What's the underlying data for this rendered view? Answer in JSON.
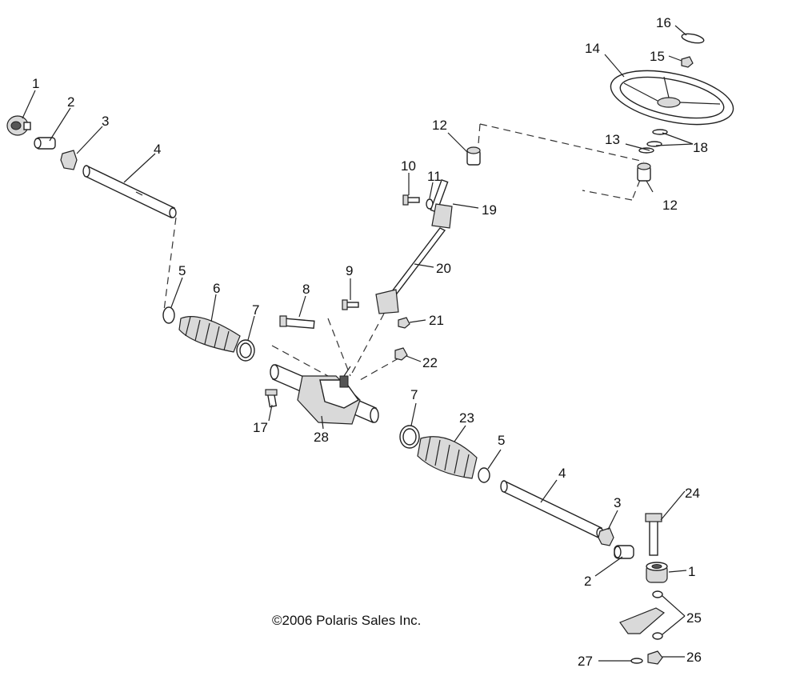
{
  "copyright": "©2006 Polaris Sales Inc.",
  "callouts": {
    "c1a": "1",
    "c2a": "2",
    "c3a": "3",
    "c4a": "4",
    "c5a": "5",
    "c6": "6",
    "c7a": "7",
    "c8": "8",
    "c9": "9",
    "c10": "10",
    "c11": "11",
    "c12a": "12",
    "c12b": "12",
    "c13": "13",
    "c14": "14",
    "c15": "15",
    "c16": "16",
    "c17": "17",
    "c18": "18",
    "c19": "19",
    "c20": "20",
    "c21": "21",
    "c22": "22",
    "c23": "23",
    "c24": "24",
    "c25": "25",
    "c26": "26",
    "c27": "27",
    "c28": "28",
    "c1b": "1",
    "c2b": "2",
    "c3b": "3",
    "c4b": "4",
    "c5b": "5",
    "c7b": "7"
  }
}
